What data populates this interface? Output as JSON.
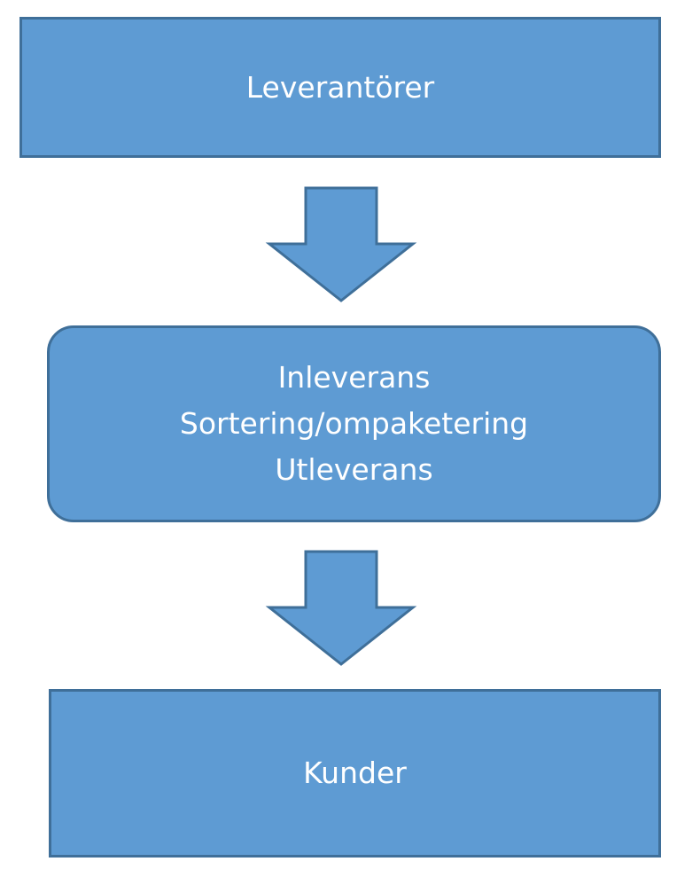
{
  "nodes": {
    "top": {
      "label": "Leverantörer"
    },
    "middle": {
      "lines": [
        "Inleverans",
        "Sortering/ompaketering",
        "Utleverans"
      ]
    },
    "bottom": {
      "label": "Kunder"
    }
  },
  "colors": {
    "fill": "#5e9bd3",
    "stroke": "#3f6f99",
    "text": "#ffffff"
  },
  "icons": {
    "arrow_1": "arrow-down-icon",
    "arrow_2": "arrow-down-icon"
  }
}
